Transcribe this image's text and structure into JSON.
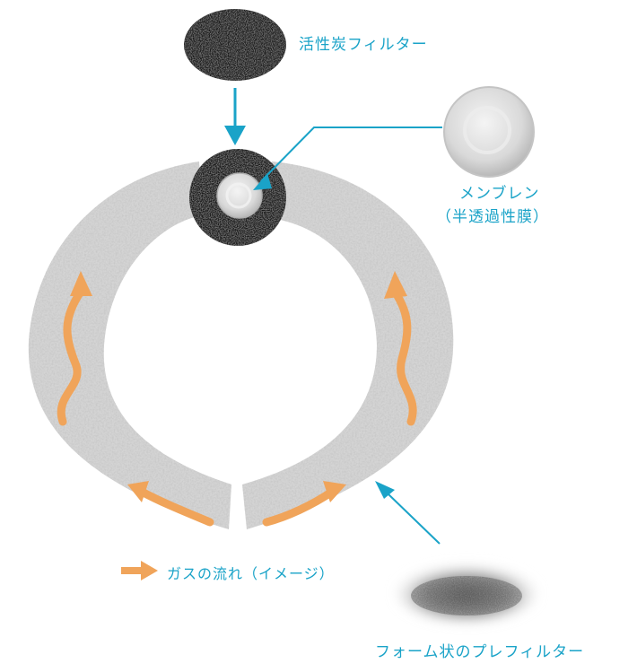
{
  "labels": {
    "carbon_filter": "活性炭フィルター",
    "membrane_line1": "メンブレン",
    "membrane_line2": "（半透過性膜）",
    "prefilter": "フォーム状のプレフィルター"
  },
  "legend": {
    "text": "ガスの流れ（イメージ）"
  },
  "colors": {
    "accent": "#1aa3c8",
    "arrow": "#f0a45a",
    "foam": "#d4d4d4",
    "carbon": "#1e1e1e",
    "membrane": "#e6e6e6"
  },
  "icons": [
    "carbon-filter-disc",
    "membrane-disc",
    "foam-ring",
    "gas-flow-arrow",
    "prefilter-sample"
  ]
}
